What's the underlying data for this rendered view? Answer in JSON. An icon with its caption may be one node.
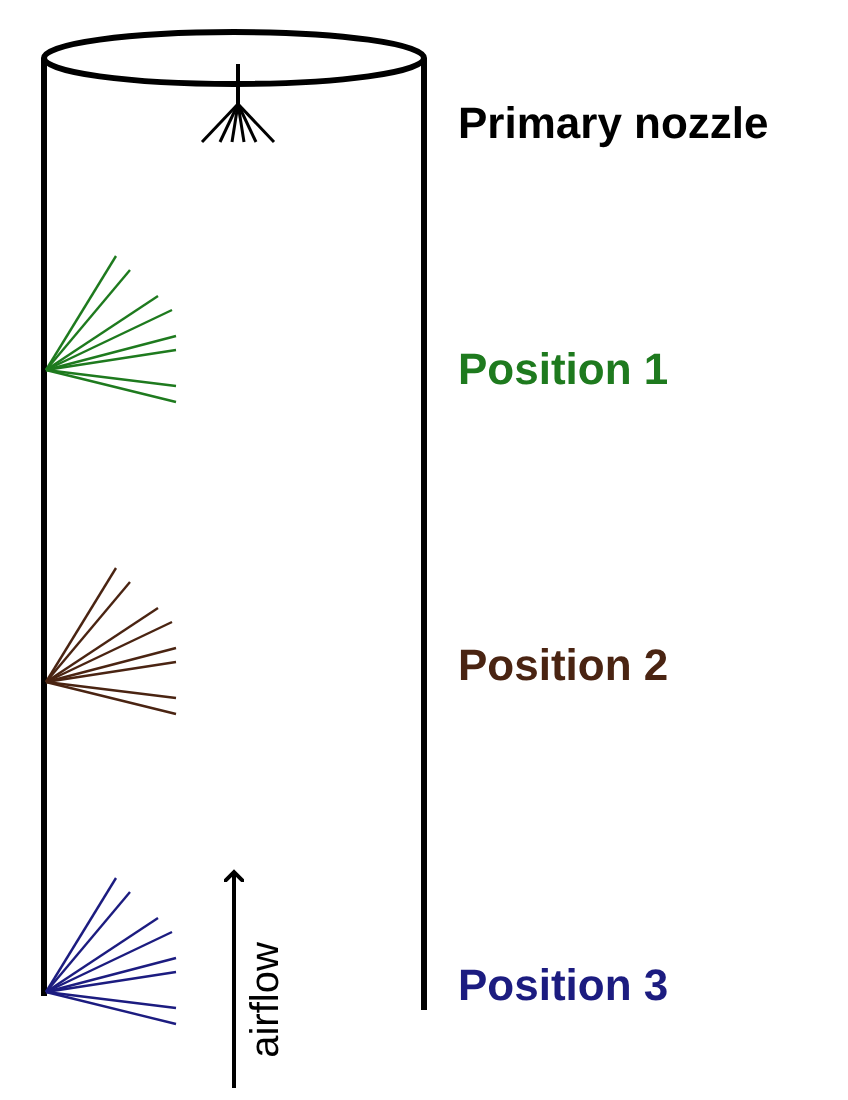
{
  "diagram": {
    "labels": [
      "Primary nozzle",
      "Position 1",
      "Position 2",
      "Position 3",
      "airflow"
    ]
  }
}
